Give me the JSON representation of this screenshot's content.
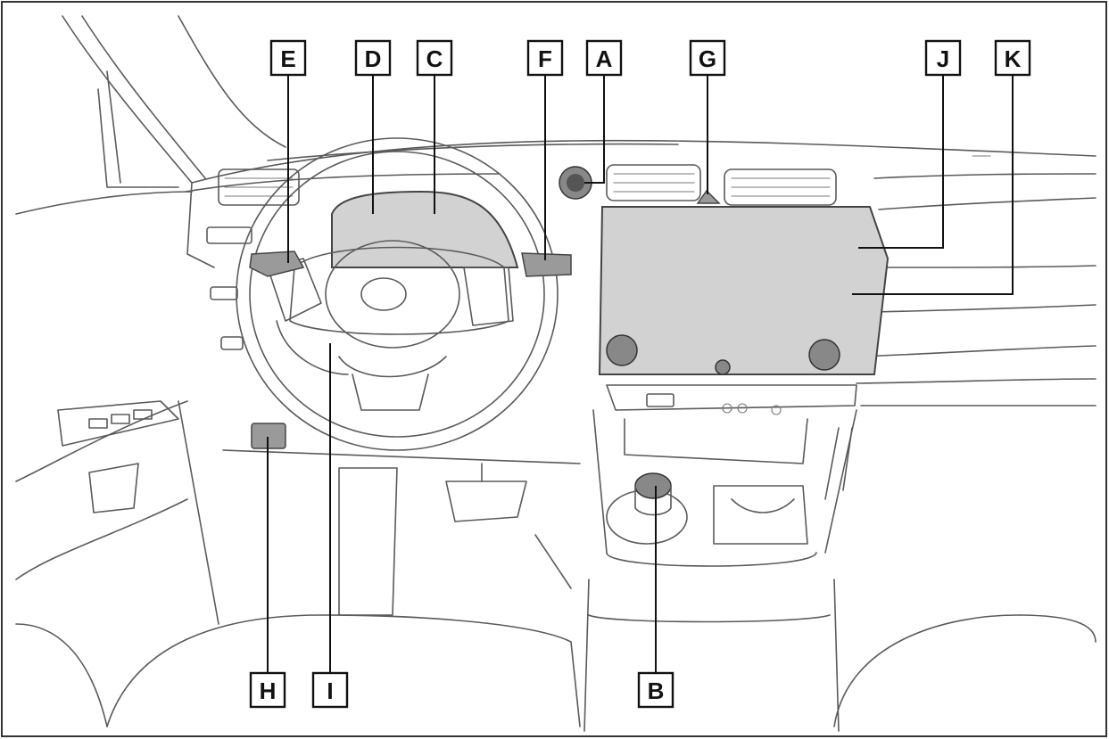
{
  "callouts": [
    {
      "id": "E",
      "label": "E"
    },
    {
      "id": "D",
      "label": "D"
    },
    {
      "id": "C",
      "label": "C"
    },
    {
      "id": "F",
      "label": "F"
    },
    {
      "id": "A",
      "label": "A"
    },
    {
      "id": "G",
      "label": "G"
    },
    {
      "id": "J",
      "label": "J"
    },
    {
      "id": "K",
      "label": "K"
    },
    {
      "id": "H",
      "label": "H"
    },
    {
      "id": "I",
      "label": "I"
    },
    {
      "id": "B",
      "label": "B"
    }
  ],
  "colors": {
    "line": "#5a5a5a",
    "highlight_fill": "#d2d2d2",
    "label_border": "#111111",
    "background": "#ffffff"
  }
}
